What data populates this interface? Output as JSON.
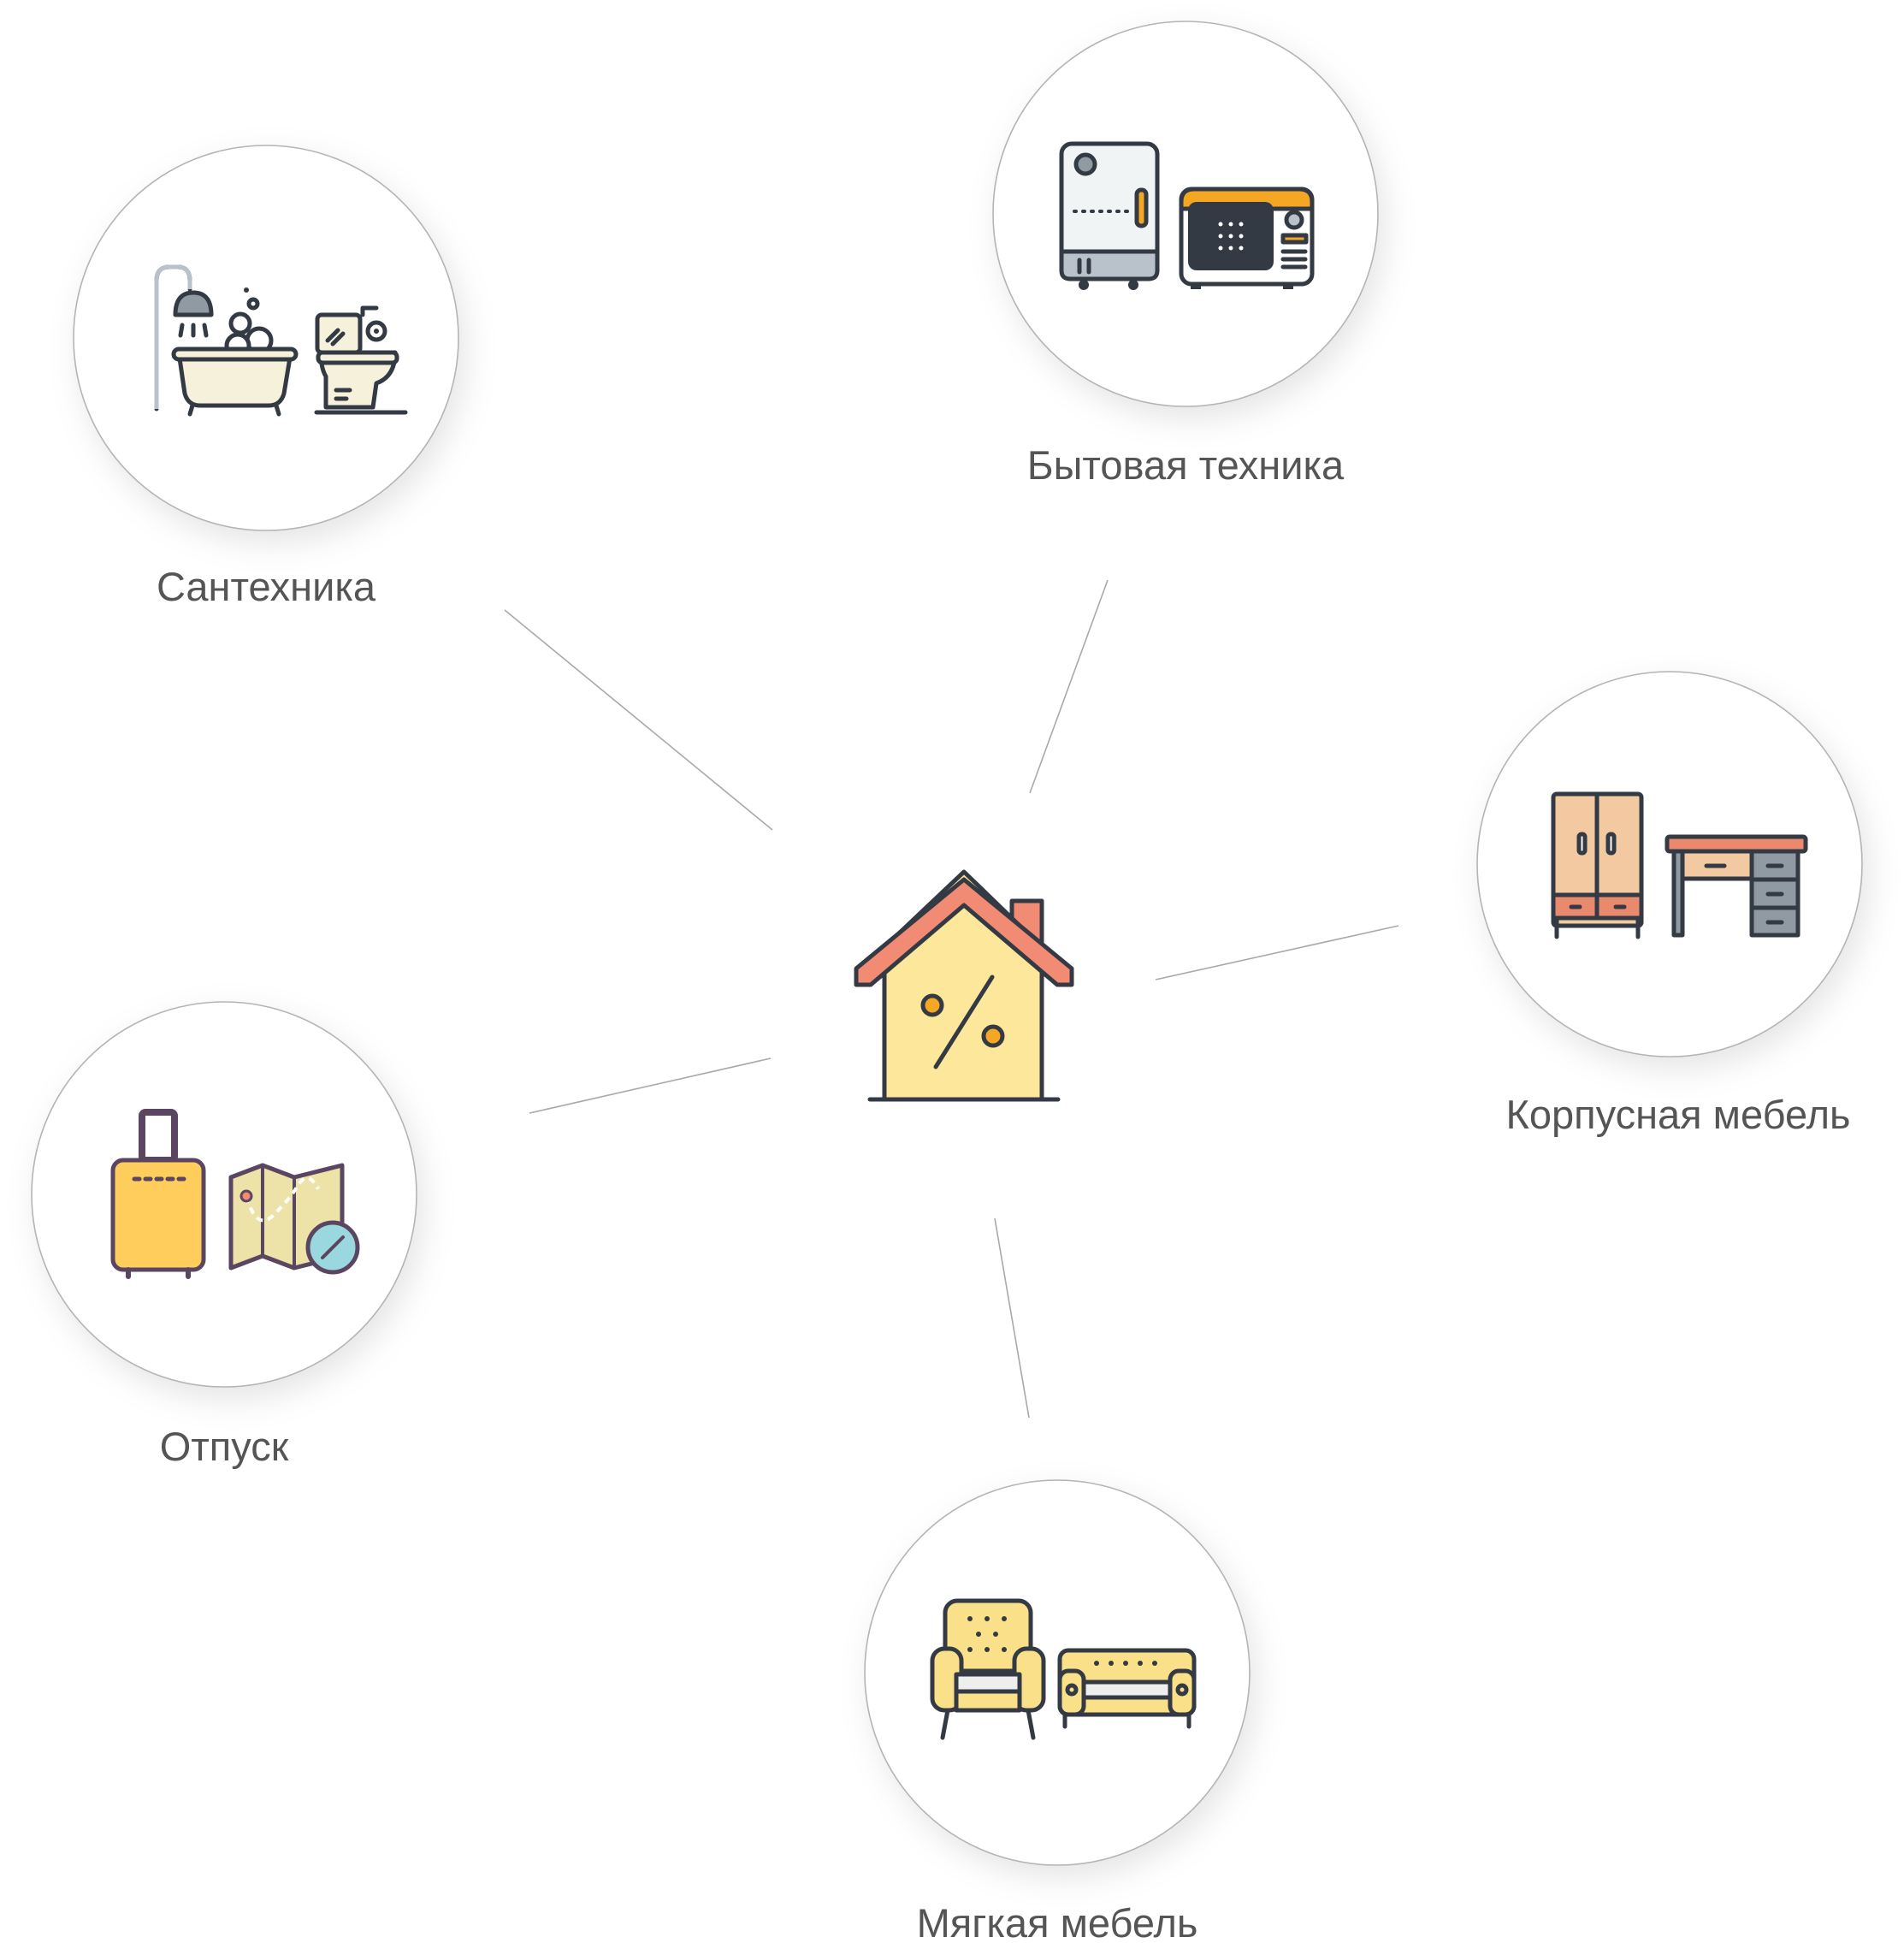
{
  "center": {
    "icon": "house-percent-icon"
  },
  "categories": [
    {
      "id": "plumbing",
      "label": "Сантехника",
      "icon": "bath-toilet-icon"
    },
    {
      "id": "appliances",
      "label": "Бытовая техника",
      "icon": "fridge-microwave-icon"
    },
    {
      "id": "cabinet",
      "label": "Корпусная мебель",
      "icon": "wardrobe-desk-icon"
    },
    {
      "id": "vacation",
      "label": "Отпуск",
      "icon": "suitcase-map-icon"
    },
    {
      "id": "soft",
      "label": "Мягкая мебель",
      "icon": "armchair-sofa-icon"
    }
  ],
  "colors": {
    "outline": "#333a44",
    "roof": "#f28b74",
    "house": "#fde79a",
    "accent_orange": "#f5a623",
    "yellow": "#ffcd5b",
    "wood": "#f2c9a0",
    "teal": "#9ad7de",
    "steel": "#8f9aa3",
    "connector": "#a9a9a9",
    "circle_border": "#b4b4b4",
    "label_text": "#555555"
  }
}
